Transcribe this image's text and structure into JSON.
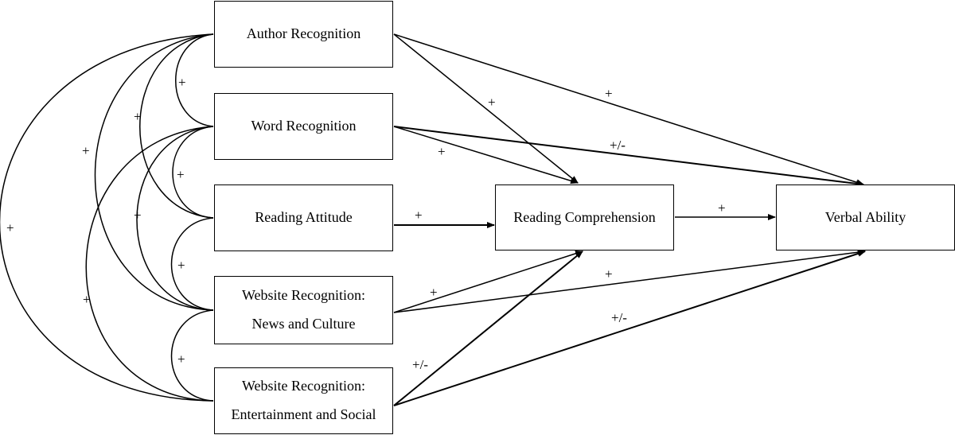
{
  "nodes": {
    "author": "Author Recognition",
    "word": "Word Recognition",
    "attitude": "Reading Attitude",
    "news_line1": "Website Recognition:",
    "news_line2": "News and Culture",
    "ent_line1": "Website Recognition:",
    "ent_line2": "Entertainment and Social",
    "rc": "Reading Comprehension",
    "va": "Verbal Ability"
  },
  "correlation_signs": {
    "author_word": "+",
    "author_attitude": "+",
    "author_news": "+",
    "author_ent": "+",
    "word_attitude": "+",
    "word_news": "+",
    "word_ent": "+",
    "attitude_news": "+",
    "news_ent": "+"
  },
  "path_signs": {
    "author_rc": "+",
    "author_va": "+",
    "word_rc": "+",
    "word_va": "+/-",
    "attitude_rc": "+",
    "rc_va": "+",
    "news_rc": "+",
    "news_va": "+",
    "ent_rc": "+/-",
    "ent_va": "+/-"
  }
}
